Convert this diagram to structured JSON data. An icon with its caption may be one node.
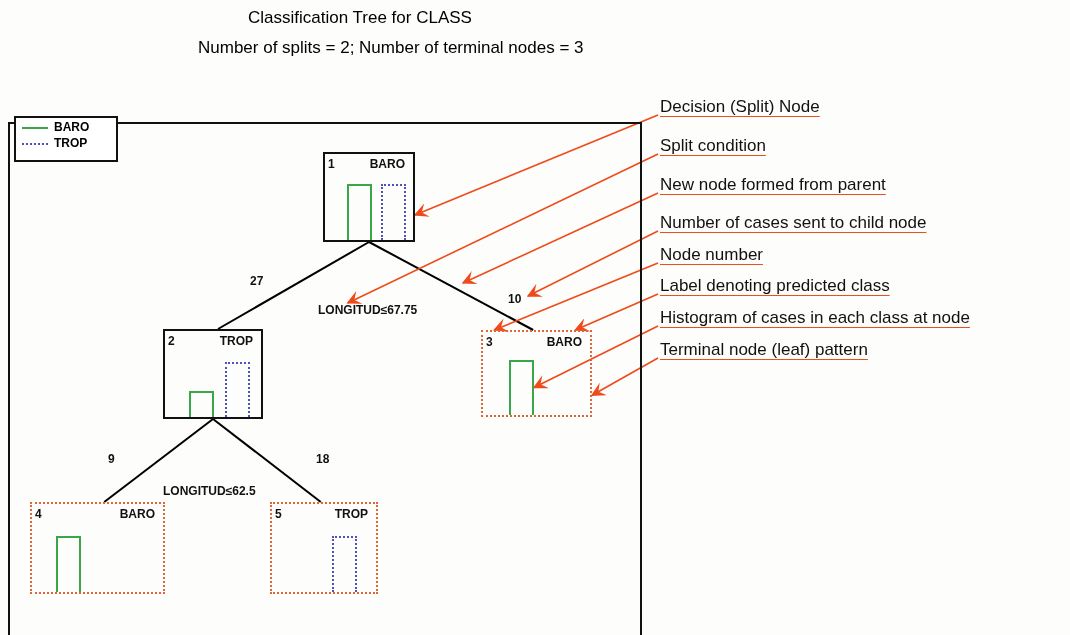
{
  "diagram": {
    "title": "Classification Tree for CLASS",
    "nodes": [
      {
        "text": [
          "1",
          "BARO"
        ]
      },
      {
        "text": [
          "LONGITUD≤67.75"
        ]
      },
      {
        "text": [
          "2",
          "TROP"
        ]
      },
      {
        "text": [
          "3",
          "BARO"
        ]
      },
      {
        "text": [],
        "shape": "bar",
        "in": 3
      },
      {
        "text": [
          "LONGITUD≤62.5"
        ]
      },
      {
        "text": [
          "4",
          "BARO"
        ]
      },
      {
        "text": [
          "5",
          "TROP"
        ]
      },
      {
        "text": [
          "Decision (Split) Node"
        ]
      },
      {
        "text": [
          "Split condition"
        ]
      },
      {
        "text": [
          "New node formed from parent"
        ]
      },
      {
        "text": [
          "Number of cases sent to child node"
        ]
      },
      {
        "text": [
          "Node number"
        ]
      },
      {
        "text": [
          "Label denoting predicted class"
        ]
      },
      {
        "text": [
          "Histogram of cases in each class at node"
        ]
      },
      {
        "text": [
          "Terminal node (leaf) pattern"
        ]
      }
    ],
    "edges": [
      {
        "from": 0,
        "to": 2,
        "arrow": "none",
        "label": "27",
        "color": "#000000"
      },
      {
        "from": 0,
        "to": 3,
        "arrow": "none",
        "label": "10",
        "color": "#000000"
      },
      {
        "from": 2,
        "to": 6,
        "arrow": "none",
        "label": "9",
        "color": "#000000"
      },
      {
        "from": 2,
        "to": 7,
        "arrow": "none",
        "label": "18",
        "color": "#000000"
      },
      {
        "from": 8,
        "to": 0,
        "arrow": "to"
      },
      {
        "from": 9,
        "to": 1,
        "arrow": "to"
      },
      {
        "from": 10,
        "to": null,
        "arrow": "to"
      },
      {
        "from": 11,
        "to": null,
        "arrow": "to"
      },
      {
        "from": 12,
        "to": 3,
        "arrow": "to"
      },
      {
        "from": 13,
        "to": 3,
        "arrow": "to"
      },
      {
        "from": 14,
        "to": 4,
        "arrow": "to"
      },
      {
        "from": 15,
        "to": 3,
        "arrow": "to"
      }
    ],
    "labels": [
      "Number of splits = 2; Number of terminal nodes = 3"
    ],
    "legend": [
      {
        "text": "BARO"
      },
      {
        "text": "TROP"
      }
    ]
  }
}
